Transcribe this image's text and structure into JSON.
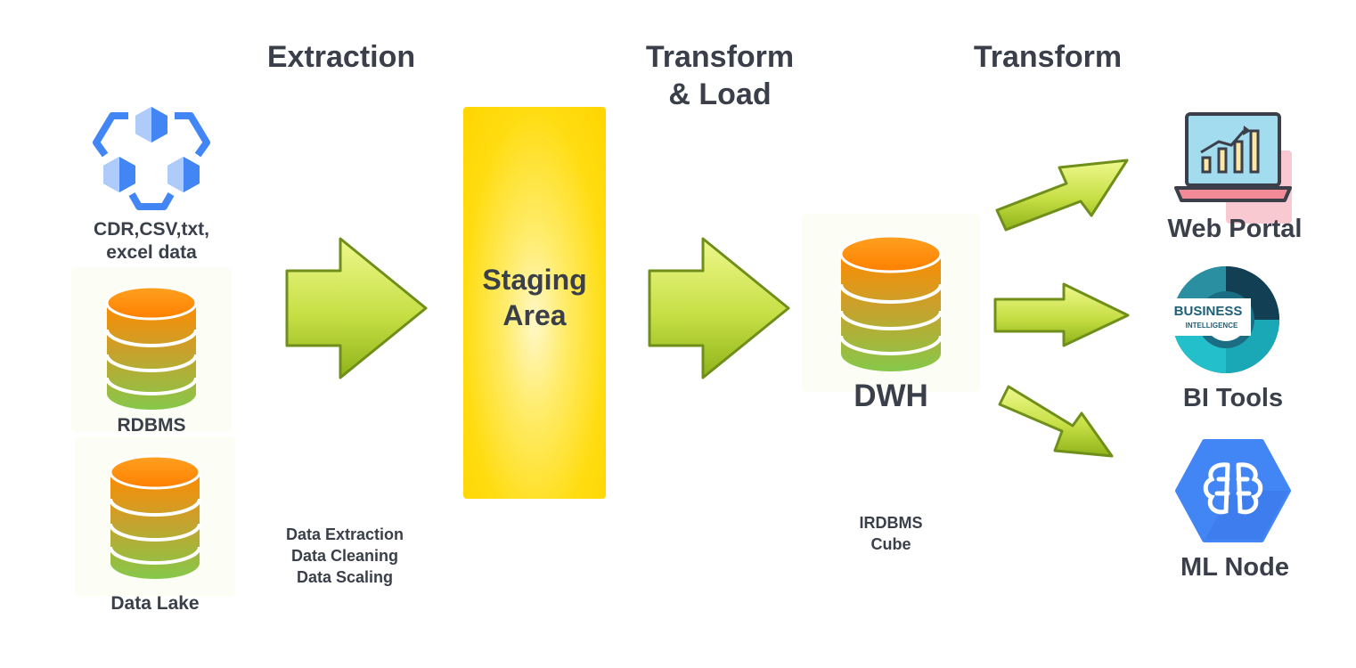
{
  "headings": {
    "extraction": "Extraction",
    "transform_load_line1": "Transform",
    "transform_load_line2": "& Load",
    "transform": "Transform"
  },
  "sources": {
    "files_line1": "CDR,CSV,txt,",
    "files_line2": "excel data",
    "rdbms": "RDBMS",
    "data_lake": "Data Lake"
  },
  "extraction_steps": [
    "Data Extraction",
    "Data Cleaning",
    "Data Scaling"
  ],
  "staging": {
    "line1": "Staging",
    "line2": "Area"
  },
  "dwh": {
    "label": "DWH",
    "sub_line1": "IRDBMS",
    "sub_line2": "Cube"
  },
  "outputs": {
    "web_portal": "Web Portal",
    "bi_tools": "BI Tools",
    "ml_node": "ML Node",
    "bi_logo_line1": "BUSINESS",
    "bi_logo_line2": "INTELLIGENCE"
  },
  "icons": {
    "source_files": "hexagon-cluster-icon",
    "database": "database-cylinder-icon",
    "web_portal": "laptop-chart-icon",
    "bi_tools": "business-intelligence-wheel-icon",
    "ml_node": "brain-hexagon-icon",
    "flow": "right-arrow-icon"
  },
  "colors": {
    "heading": "#3a3f4a",
    "staging": "#ffd500",
    "arrow_light": "#e8f57a",
    "arrow_dark": "#8fb31a",
    "arrow_stroke": "#6f8f1a",
    "db_top": "#ff8c00",
    "db_bottom": "#8cc84b",
    "google_blue": "#4285f4"
  }
}
